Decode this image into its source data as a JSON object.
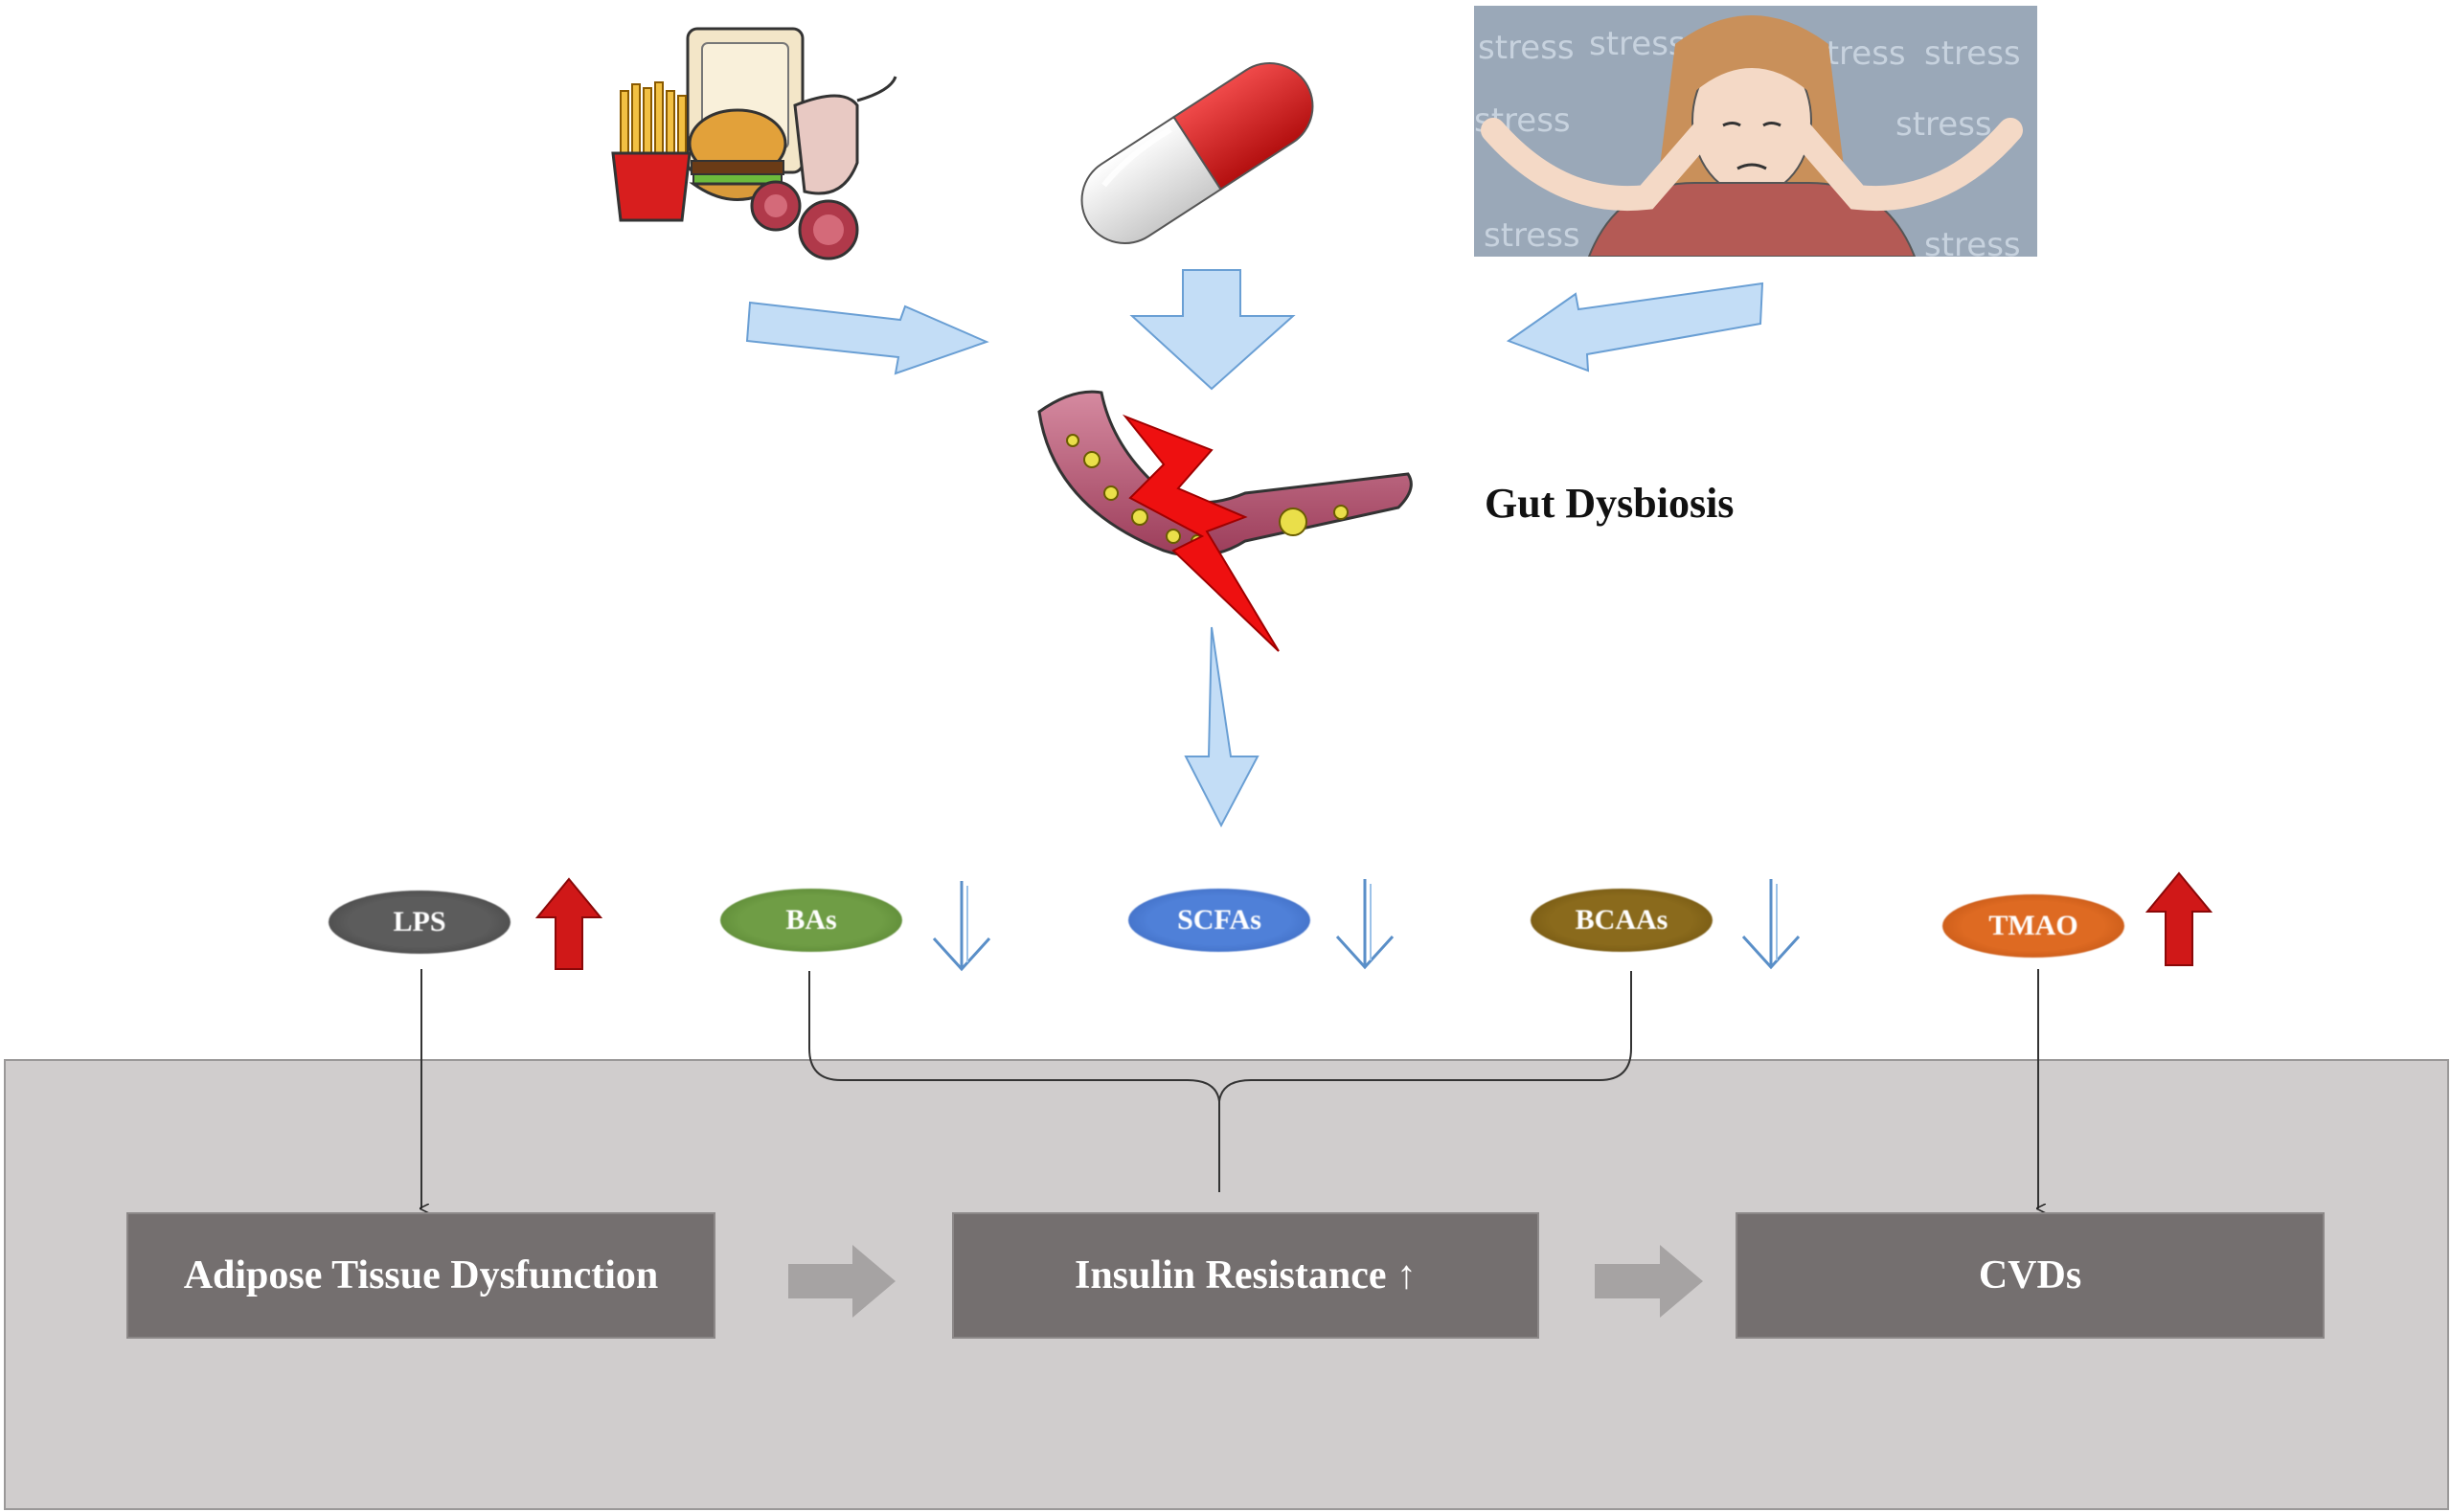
{
  "diagram": {
    "causes": [
      {
        "name": "fast-food",
        "icon": "fast-food-icon"
      },
      {
        "name": "medication",
        "icon": "pill-capsule-icon"
      },
      {
        "name": "stress",
        "icon": "stressed-woman-icon"
      }
    ],
    "stress_background_word": "stress",
    "center": {
      "label": "Gut Dysbiosis",
      "icon": "damaged-intestine-icon"
    },
    "metabolites": [
      {
        "label": "LPS",
        "color": "#4a4a4a",
        "trend": "up",
        "trend_color": "#d01818"
      },
      {
        "label": "BAs",
        "color": "#5f8d38",
        "trend": "down",
        "trend_color": "#5a8fc8"
      },
      {
        "label": "SCFAs",
        "color": "#3f6fc8",
        "trend": "down",
        "trend_color": "#5a8fc8"
      },
      {
        "label": "BCAAs",
        "color": "#7a5c12",
        "trend": "down",
        "trend_color": "#5a8fc8"
      },
      {
        "label": "TMAO",
        "color": "#cc5a17",
        "trend": "up",
        "trend_color": "#d01818"
      }
    ],
    "outcomes": [
      {
        "label": "Adipose Tissue Dysfunction"
      },
      {
        "label": "Insulin Resistance ↑"
      },
      {
        "label": "CVDs"
      }
    ],
    "colors": {
      "arrow_blue": "#c3ddf6",
      "arrow_blue_stroke": "#6a9fd4",
      "box_fill": "#746f6f",
      "panel_fill": "#d0cdcd",
      "flow_arrow": "#a6a3a3"
    }
  }
}
